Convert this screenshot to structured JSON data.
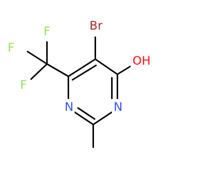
{
  "molecule": {
    "atoms": {
      "bromine": {
        "symbol": "Br",
        "color": "#a62929"
      },
      "hydroxyl": {
        "symbol": "OH",
        "color": "#ff0d0d"
      },
      "nitrogen_left": {
        "symbol": "N",
        "color": "#3050f8"
      },
      "nitrogen_right": {
        "symbol": "N",
        "color": "#3050f8"
      },
      "fluorine_top": {
        "symbol": "F",
        "color": "#90e050"
      },
      "fluorine_left": {
        "symbol": "F",
        "color": "#90e050"
      },
      "fluorine_bottom": {
        "symbol": "F",
        "color": "#90e050"
      }
    },
    "bond_color": "#000000"
  }
}
